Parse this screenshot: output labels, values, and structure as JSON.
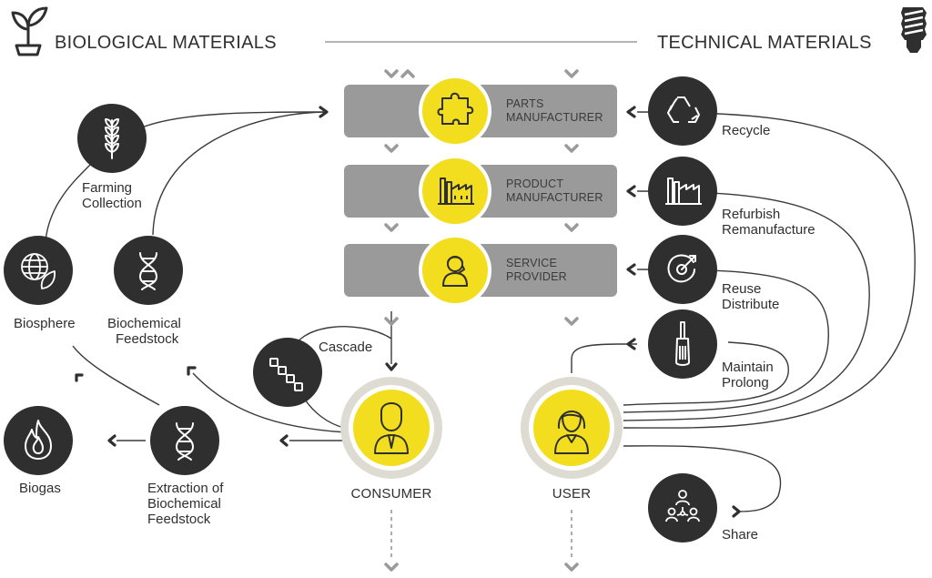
{
  "header": {
    "left_title": "BIOLOGICAL MATERIALS",
    "right_title": "TECHNICAL MATERIALS",
    "left_icon": "sprout-icon",
    "right_icon": "light-bulb-icon"
  },
  "stages": [
    {
      "line1": "PARTS",
      "line2": "MANUFACTURER",
      "icon": "puzzle-icon"
    },
    {
      "line1": "PRODUCT",
      "line2": "MANUFACTURER",
      "icon": "factory-icon"
    },
    {
      "line1": "SERVICE",
      "line2": "PROVIDER",
      "icon": "service-person-icon"
    }
  ],
  "endpoints": {
    "consumer": "CONSUMER",
    "user": "USER"
  },
  "technical_loops": [
    {
      "line1": "Recycle",
      "line2": "",
      "icon": "recycle-icon"
    },
    {
      "line1": "Refurbish",
      "line2": "Remanufacture",
      "icon": "factory-icon"
    },
    {
      "line1": "Reuse",
      "line2": "Distribute",
      "icon": "reuse-arrow-icon"
    },
    {
      "line1": "Maintain",
      "line2": "Prolong",
      "icon": "screwdriver-icon"
    },
    {
      "line1": "Share",
      "line2": "",
      "icon": "people-network-icon"
    }
  ],
  "biological_nodes": {
    "farming": {
      "line1": "Farming",
      "line2": "Collection",
      "icon": "wheat-icon"
    },
    "biosphere": {
      "line1": "Biosphere",
      "icon": "globe-leaf-icon"
    },
    "biochemical": {
      "line1": "Biochemical",
      "line2": "Feedstock",
      "icon": "dna-icon"
    },
    "cascade": {
      "line1": "Cascade",
      "icon": "cascade-squares-icon"
    },
    "biogas": {
      "line1": "Biogas",
      "icon": "flame-icon"
    },
    "extraction": {
      "line1": "Extraction of",
      "line2": "Biochemical",
      "line3": "Feedstock",
      "icon": "dna-icon"
    }
  },
  "colors": {
    "dark_circle": "#2f2f2f",
    "accent_yellow": "#f2de1e",
    "stage_box": "#9a9a9a",
    "ring": "#dedbd2",
    "line": "#3a3a3a",
    "chevron": "#9a9a9a"
  }
}
